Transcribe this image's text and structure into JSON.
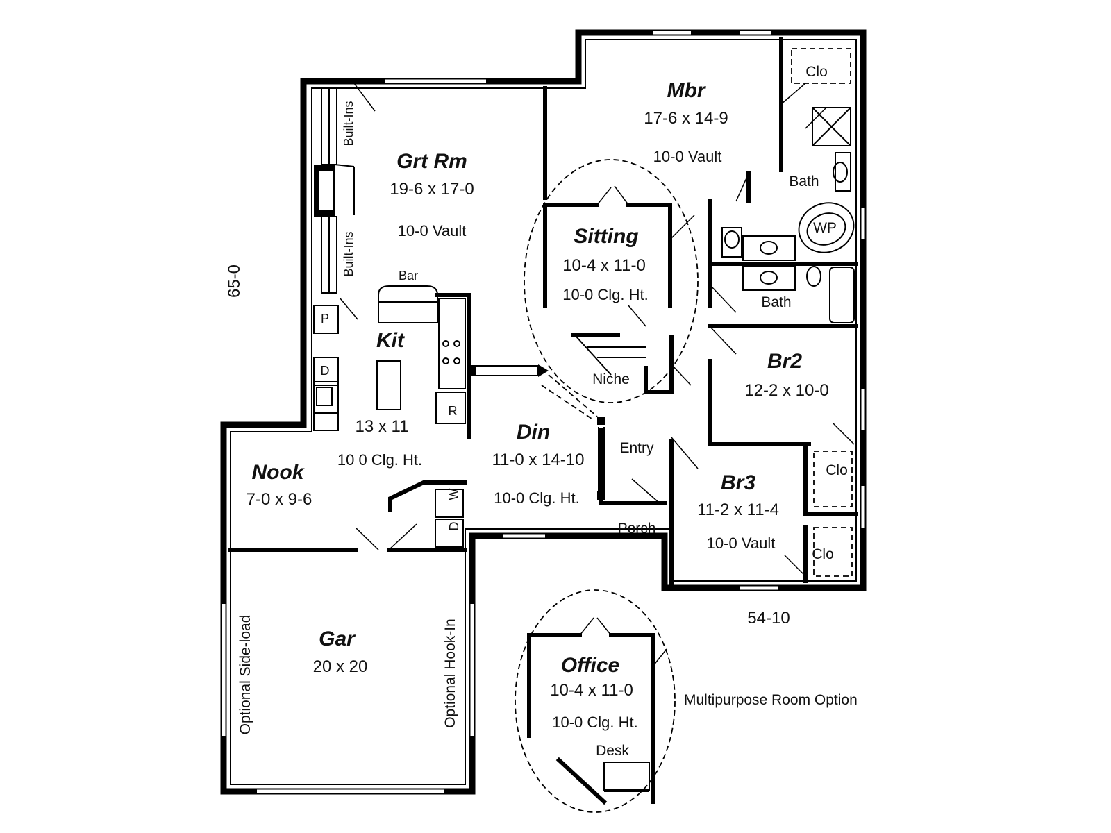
{
  "dimensions": {
    "overall_depth": "65-0",
    "overall_width": "54-10"
  },
  "rooms": {
    "great_room": {
      "name": "Grt Rm",
      "size": "19-6 x 17-0",
      "ceiling": "10-0 Vault"
    },
    "master_bedroom": {
      "name": "Mbr",
      "size": "17-6 x 14-9",
      "ceiling": "10-0 Vault"
    },
    "sitting": {
      "name": "Sitting",
      "size": "10-4 x 11-0",
      "ceiling": "10-0 Clg. Ht."
    },
    "kitchen": {
      "name": "Kit",
      "size": "13 x 11",
      "ceiling": "10 0 Clg. Ht."
    },
    "dining": {
      "name": "Din",
      "size": "11-0 x 14-10",
      "ceiling": "10-0 Clg. Ht."
    },
    "nook": {
      "name": "Nook",
      "size": "7-0 x 9-6"
    },
    "bedroom2": {
      "name": "Br2",
      "size": "12-2 x 10-0"
    },
    "bedroom3": {
      "name": "Br3",
      "size": "11-2 x 11-4",
      "ceiling": "10-0 Vault"
    },
    "garage": {
      "name": "Gar",
      "size": "20 x 20"
    },
    "office": {
      "name": "Office",
      "size": "10-4 x 11-0",
      "ceiling": "10-0 Clg. Ht."
    }
  },
  "labels": {
    "built_ins": "Built-Ins",
    "bar": "Bar",
    "pantry": "P",
    "dishwasher": "D",
    "range": "R",
    "washer": "W",
    "dryer": "D",
    "niche": "Niche",
    "entry": "Entry",
    "porch": "Porch",
    "bath": "Bath",
    "closet": "Clo",
    "whirlpool": "WP",
    "desk": "Desk",
    "optional_side_load": "Optional Side-load",
    "optional_hook_in": "Optional Hook-In",
    "multipurpose_option": "Multipurpose Room Option"
  }
}
